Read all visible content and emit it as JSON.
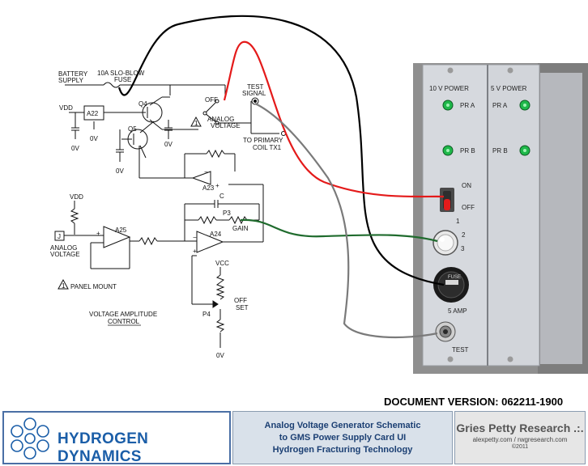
{
  "schematic": {
    "battery_supply": [
      "BATTERY",
      "SUPPLY"
    ],
    "fuse": [
      "10A SLO-BLOW",
      "FUSE"
    ],
    "vdd": "VDD",
    "a22": "A22",
    "zero_v": "0V",
    "q4": "Q4",
    "q5": "Q5",
    "off": "OFF",
    "analog_voltage_switch": [
      "ANALOG",
      "VOLTAGE"
    ],
    "warn_mark": "1",
    "test_signal": [
      "TEST",
      "SIGNAL"
    ],
    "to_primary": [
      "TO PRIMARY",
      "COIL TX1"
    ],
    "a23": "A23",
    "c_mark": "C",
    "p3": "P3",
    "gain": "GAIN",
    "a24": "A24",
    "a25": "A25",
    "j_box": "J",
    "analog_voltage_in": [
      "ANALOG",
      "VOLTAGE"
    ],
    "panel_mount": "PANEL MOUNT",
    "vcc": "VCC",
    "off_set": [
      "OFF",
      "SET"
    ],
    "p4": "P4",
    "vac": [
      "VOLTAGE AMPLITUDE",
      "CONTROL"
    ],
    "plus": "+",
    "minus": "−"
  },
  "panel": {
    "card1_title": "10 V POWER",
    "card2_title": "5 V POWER",
    "pr_a": "PR A",
    "pr_b": "PR B",
    "on": "ON",
    "off": "OFF",
    "pos1": "1",
    "pos2": "2",
    "pos3": "3",
    "fuse_label": "FUSE",
    "fuse_amp": "5 AMP",
    "test": "TEST"
  },
  "colors": {
    "wire_black": "#000000",
    "wire_red": "#e41a1a",
    "wire_green": "#1f6b2d",
    "wire_gray": "#7a7a7a",
    "led_green": "#1fb84a",
    "brand_blue": "#1b5ea8"
  },
  "document_version": "DOCUMENT VERSION: 062211-1900",
  "footer": {
    "brand": "HYDROGEN DYNAMICS",
    "title_lines": [
      "Analog Voltage Generator Schematic",
      "to GMS Power Supply Card UI",
      "Hydrogen Fracturing Technology"
    ],
    "company": "Gries Petty Research .:.",
    "urls": "alexpetty.com / rwgresearch.com",
    "year": "©2011"
  }
}
